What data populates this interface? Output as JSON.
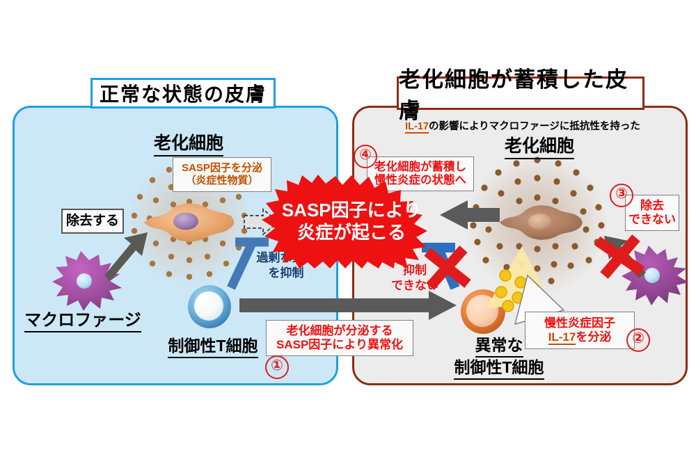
{
  "figure": {
    "panels": {
      "normal": {
        "title": "正常な状態の皮膚",
        "cell_label": "老化細胞",
        "macrophage_label": "マクロファージ",
        "treg_label": "制御性T細胞",
        "remove_label": "除去する",
        "sasp_caption_line1": "SASP因子を分泌",
        "sasp_caption_line2": "（炎症性物質）",
        "suppress_line1": "過剰な炎症",
        "suppress_line2": "を抑制",
        "step1_caption_line1": "老化細胞が分泌する",
        "step1_caption_line2": "SASP因子により異常化",
        "step1_number": "①"
      },
      "aged": {
        "title": "老化細胞が蓄積した皮膚",
        "subtitle_highlight": "IL-17",
        "subtitle_rest": "の影響によりマクロファージに抵抗性を持った",
        "cell_label": "老化細胞",
        "treg_label_line1": "異常な",
        "treg_label_line2": "制御性T細胞",
        "cannot_suppress_line1": "抑制",
        "cannot_suppress_line2": "できない",
        "cannot_remove_line1": "除去",
        "cannot_remove_line2": "できない",
        "il17_caption_line1": "慢性炎症因子",
        "il17_caption_highlight": "IL-17",
        "il17_caption_suffix": "を分泌",
        "step2_number": "②",
        "step3_number": "③",
        "step4_caption_line1": "老化細胞が蓄積し",
        "step4_caption_line2": "慢性炎症の状態へ",
        "step4_number": "④"
      }
    },
    "burst": {
      "line1": "SASP因子により",
      "line2": "炎症が起こる"
    },
    "colors": {
      "normal_panel_fill": "#cce8f7",
      "normal_panel_border": "#1f9fe0",
      "aged_panel_fill": "#ececec",
      "aged_panel_border": "#8c2d10",
      "burst_red": "#ee1111",
      "accent_red": "#e01b1b",
      "orange_text": "#c05000",
      "macrophage_purple": "#9b4d9b",
      "senescent_orange": "#e8a46a",
      "senescent_brown": "#a9765a",
      "treg_blue": "#4a90c8",
      "treg_orange": "#e8833c",
      "il17_yellow": "#f5c518",
      "gray_arrow": "#595959",
      "inhibit_blue": "#3a6fb0"
    },
    "icons": {
      "dashed_arrow": "dashed-arrow-right",
      "gray_arrow_right": "gray-arrow-right",
      "gray_arrow_left": "gray-arrow-left",
      "gray_arrow_up": "gray-arrow-up-right",
      "inhibition_tbar": "t-bar-inhibition",
      "red_cross": "red-x-blocked"
    }
  }
}
